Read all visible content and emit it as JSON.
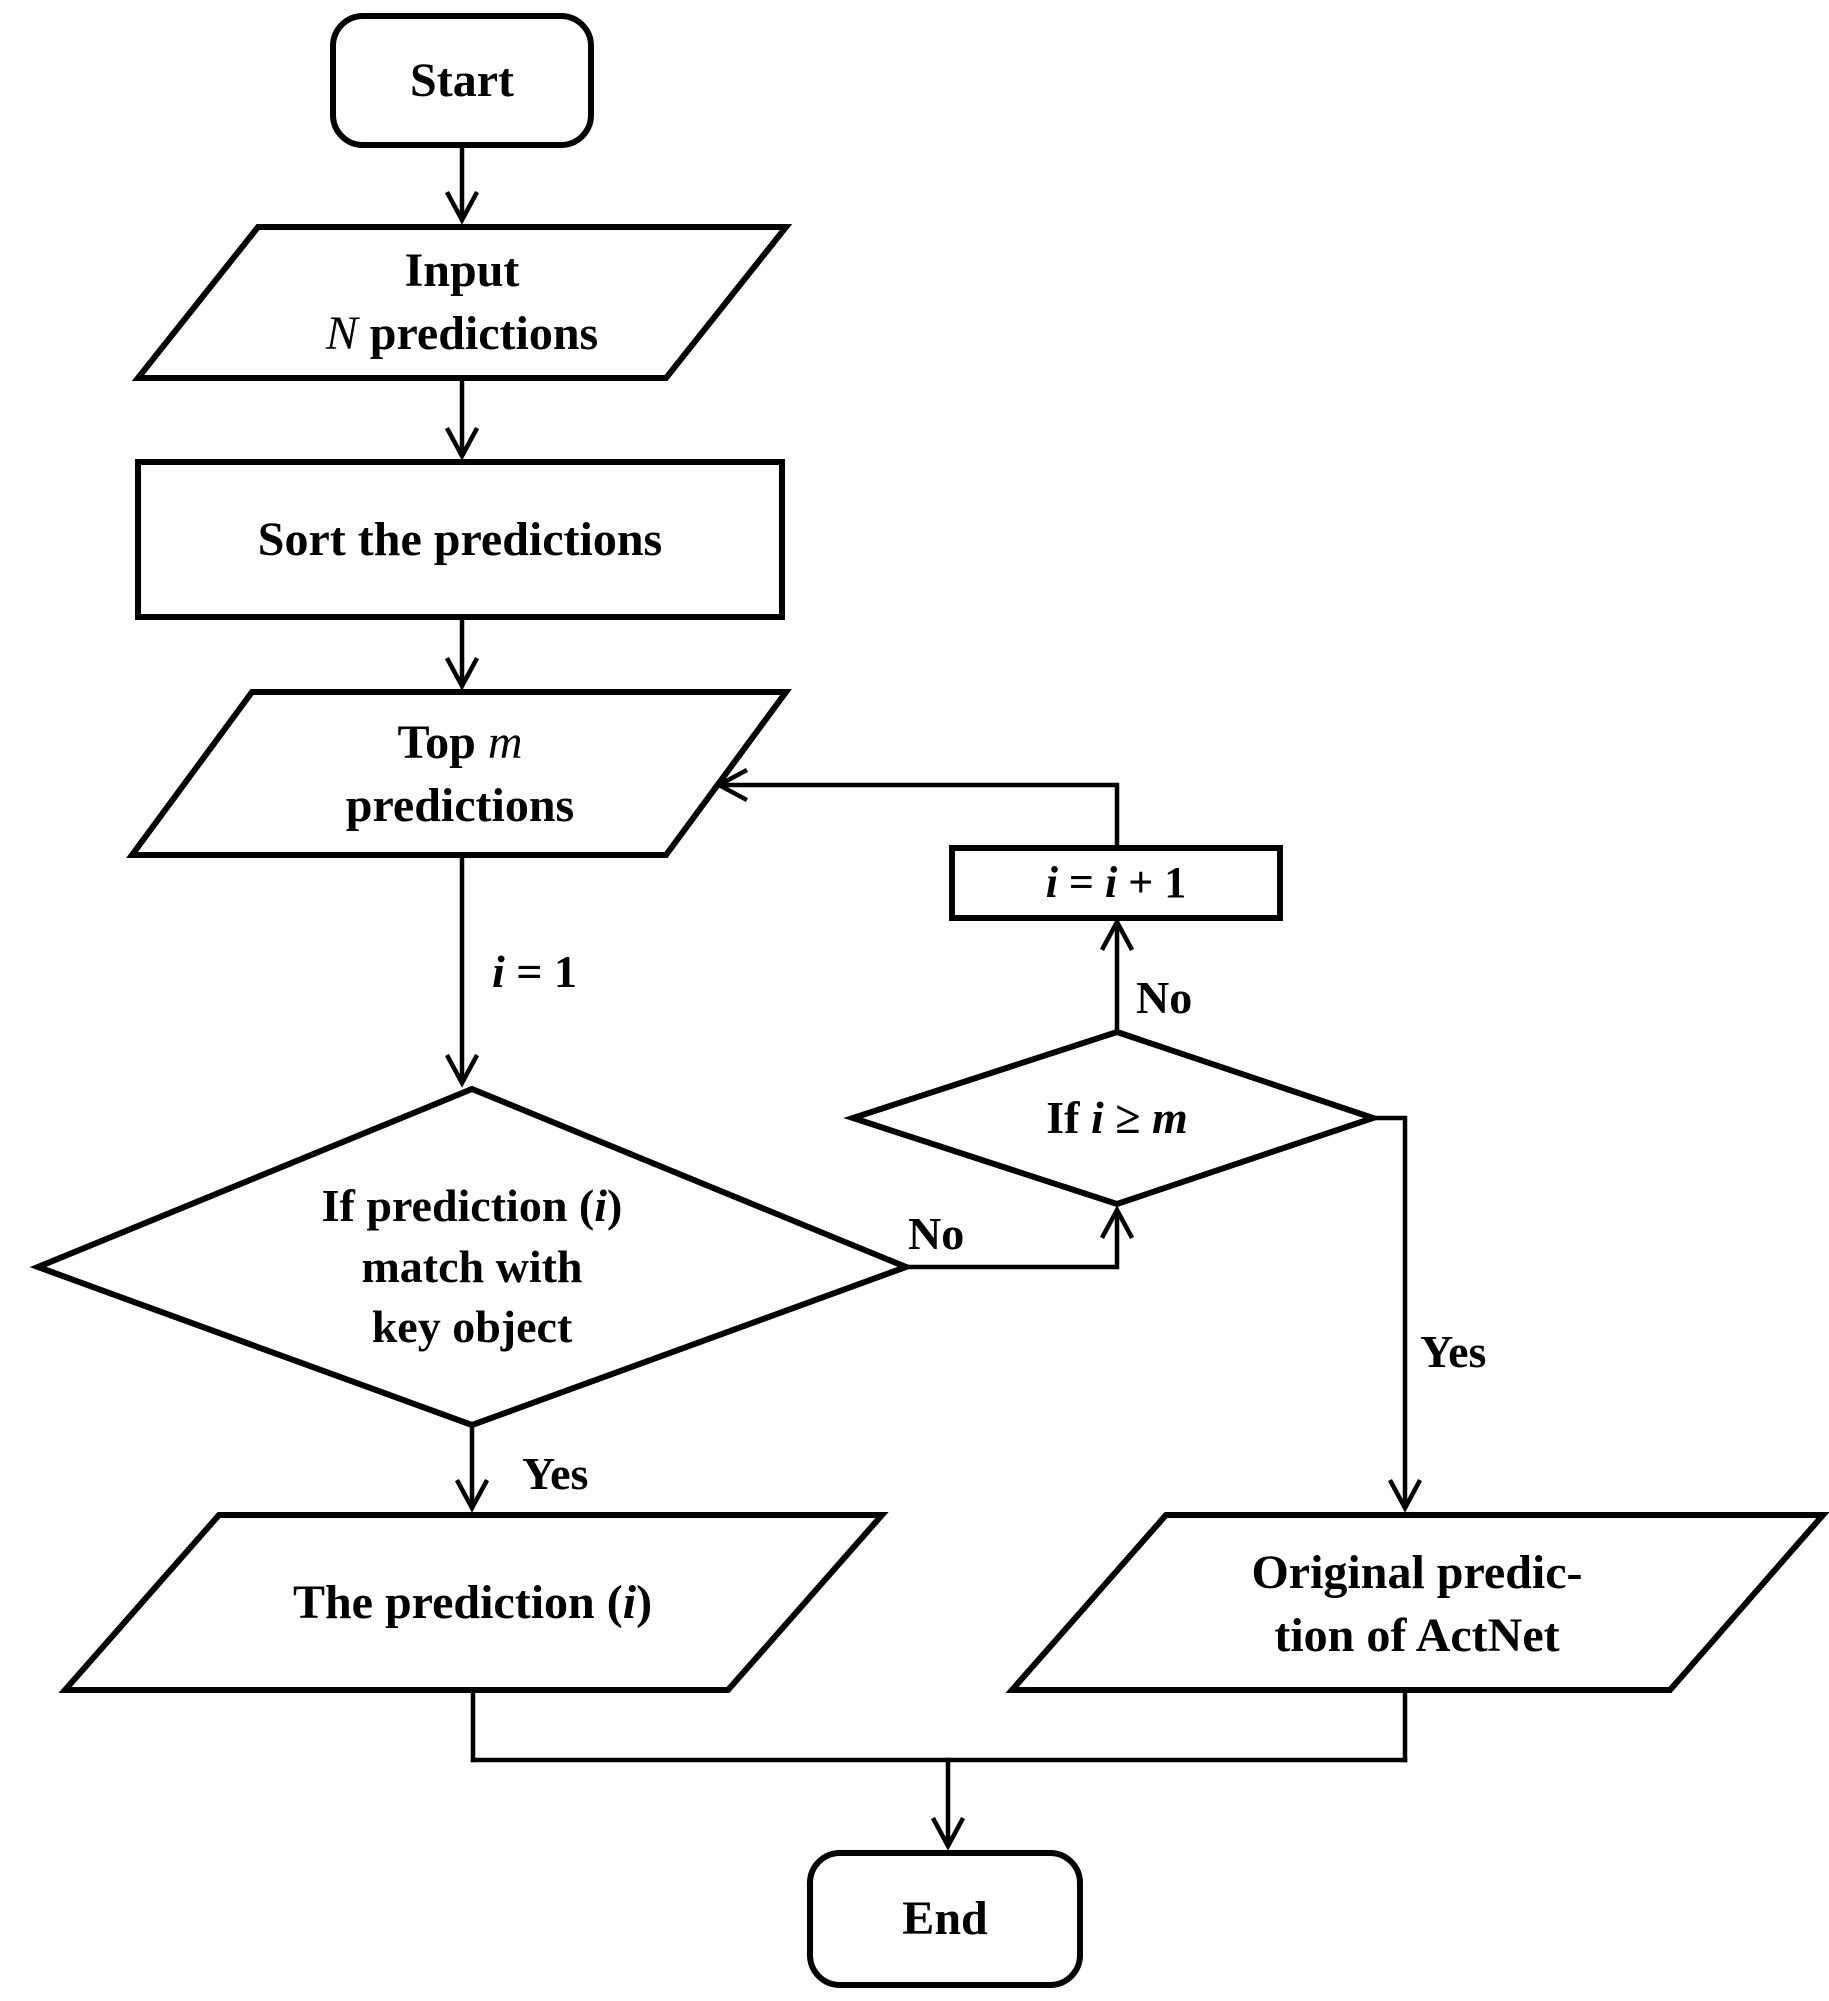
{
  "title": "Prediction matching flowchart",
  "colors": {
    "ink": "#000000",
    "paper": "#ffffff"
  },
  "nodes": {
    "start": {
      "label": "Start"
    },
    "input": {
      "line1": "Input",
      "var": "N",
      "line2_rest": " predictions"
    },
    "sort": {
      "label": "Sort the predictions"
    },
    "topm": {
      "line1_pre": "Top ",
      "var": "m",
      "line2": "predictions"
    },
    "match_decision": {
      "line1_pre": "If prediction (",
      "line1_var": "i",
      "line1_post": ")",
      "line2": "match with",
      "line3": "key object"
    },
    "bound_decision": {
      "pre": "If ",
      "var1": "i",
      "op": " ≥ ",
      "var2": "m"
    },
    "increment": {
      "v1": "i",
      "mid": " = ",
      "v2": "i",
      "tail": " + 1"
    },
    "prediction": {
      "pre": "The prediction (",
      "var": "i",
      "post": ")"
    },
    "original": {
      "line1": "Original predic-",
      "line2": "tion of ActNet"
    },
    "end": {
      "label": "End"
    }
  },
  "edge_labels": {
    "init": {
      "var": "i",
      "rest": " = 1"
    },
    "yes_match": "Yes",
    "no_match": "No",
    "no_bound": "No",
    "yes_bound": "Yes"
  }
}
